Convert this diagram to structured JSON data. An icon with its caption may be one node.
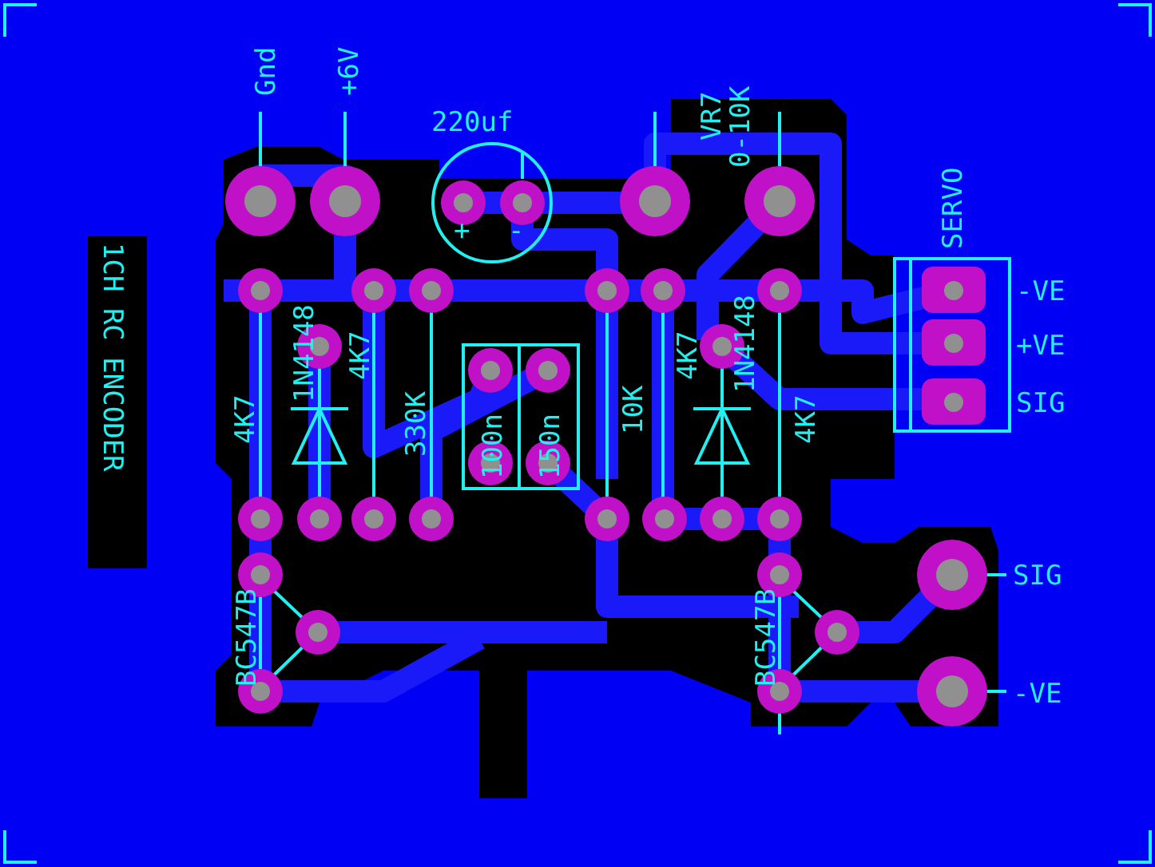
{
  "diagram": {
    "labels": [
      "Gnd",
      "+6V",
      "220uf",
      "+",
      "-",
      "VR7",
      "0-10K",
      "SERVO",
      "-VE",
      "+VE",
      "SIG",
      "1CH RC ENCODER",
      "4K7",
      "1N4148",
      "4K7",
      "330K",
      "100n",
      "150n",
      "10K",
      "4K7",
      "1N4148",
      "4K7",
      "SIG",
      "BC547B",
      "BC547B",
      "-VE"
    ]
  }
}
